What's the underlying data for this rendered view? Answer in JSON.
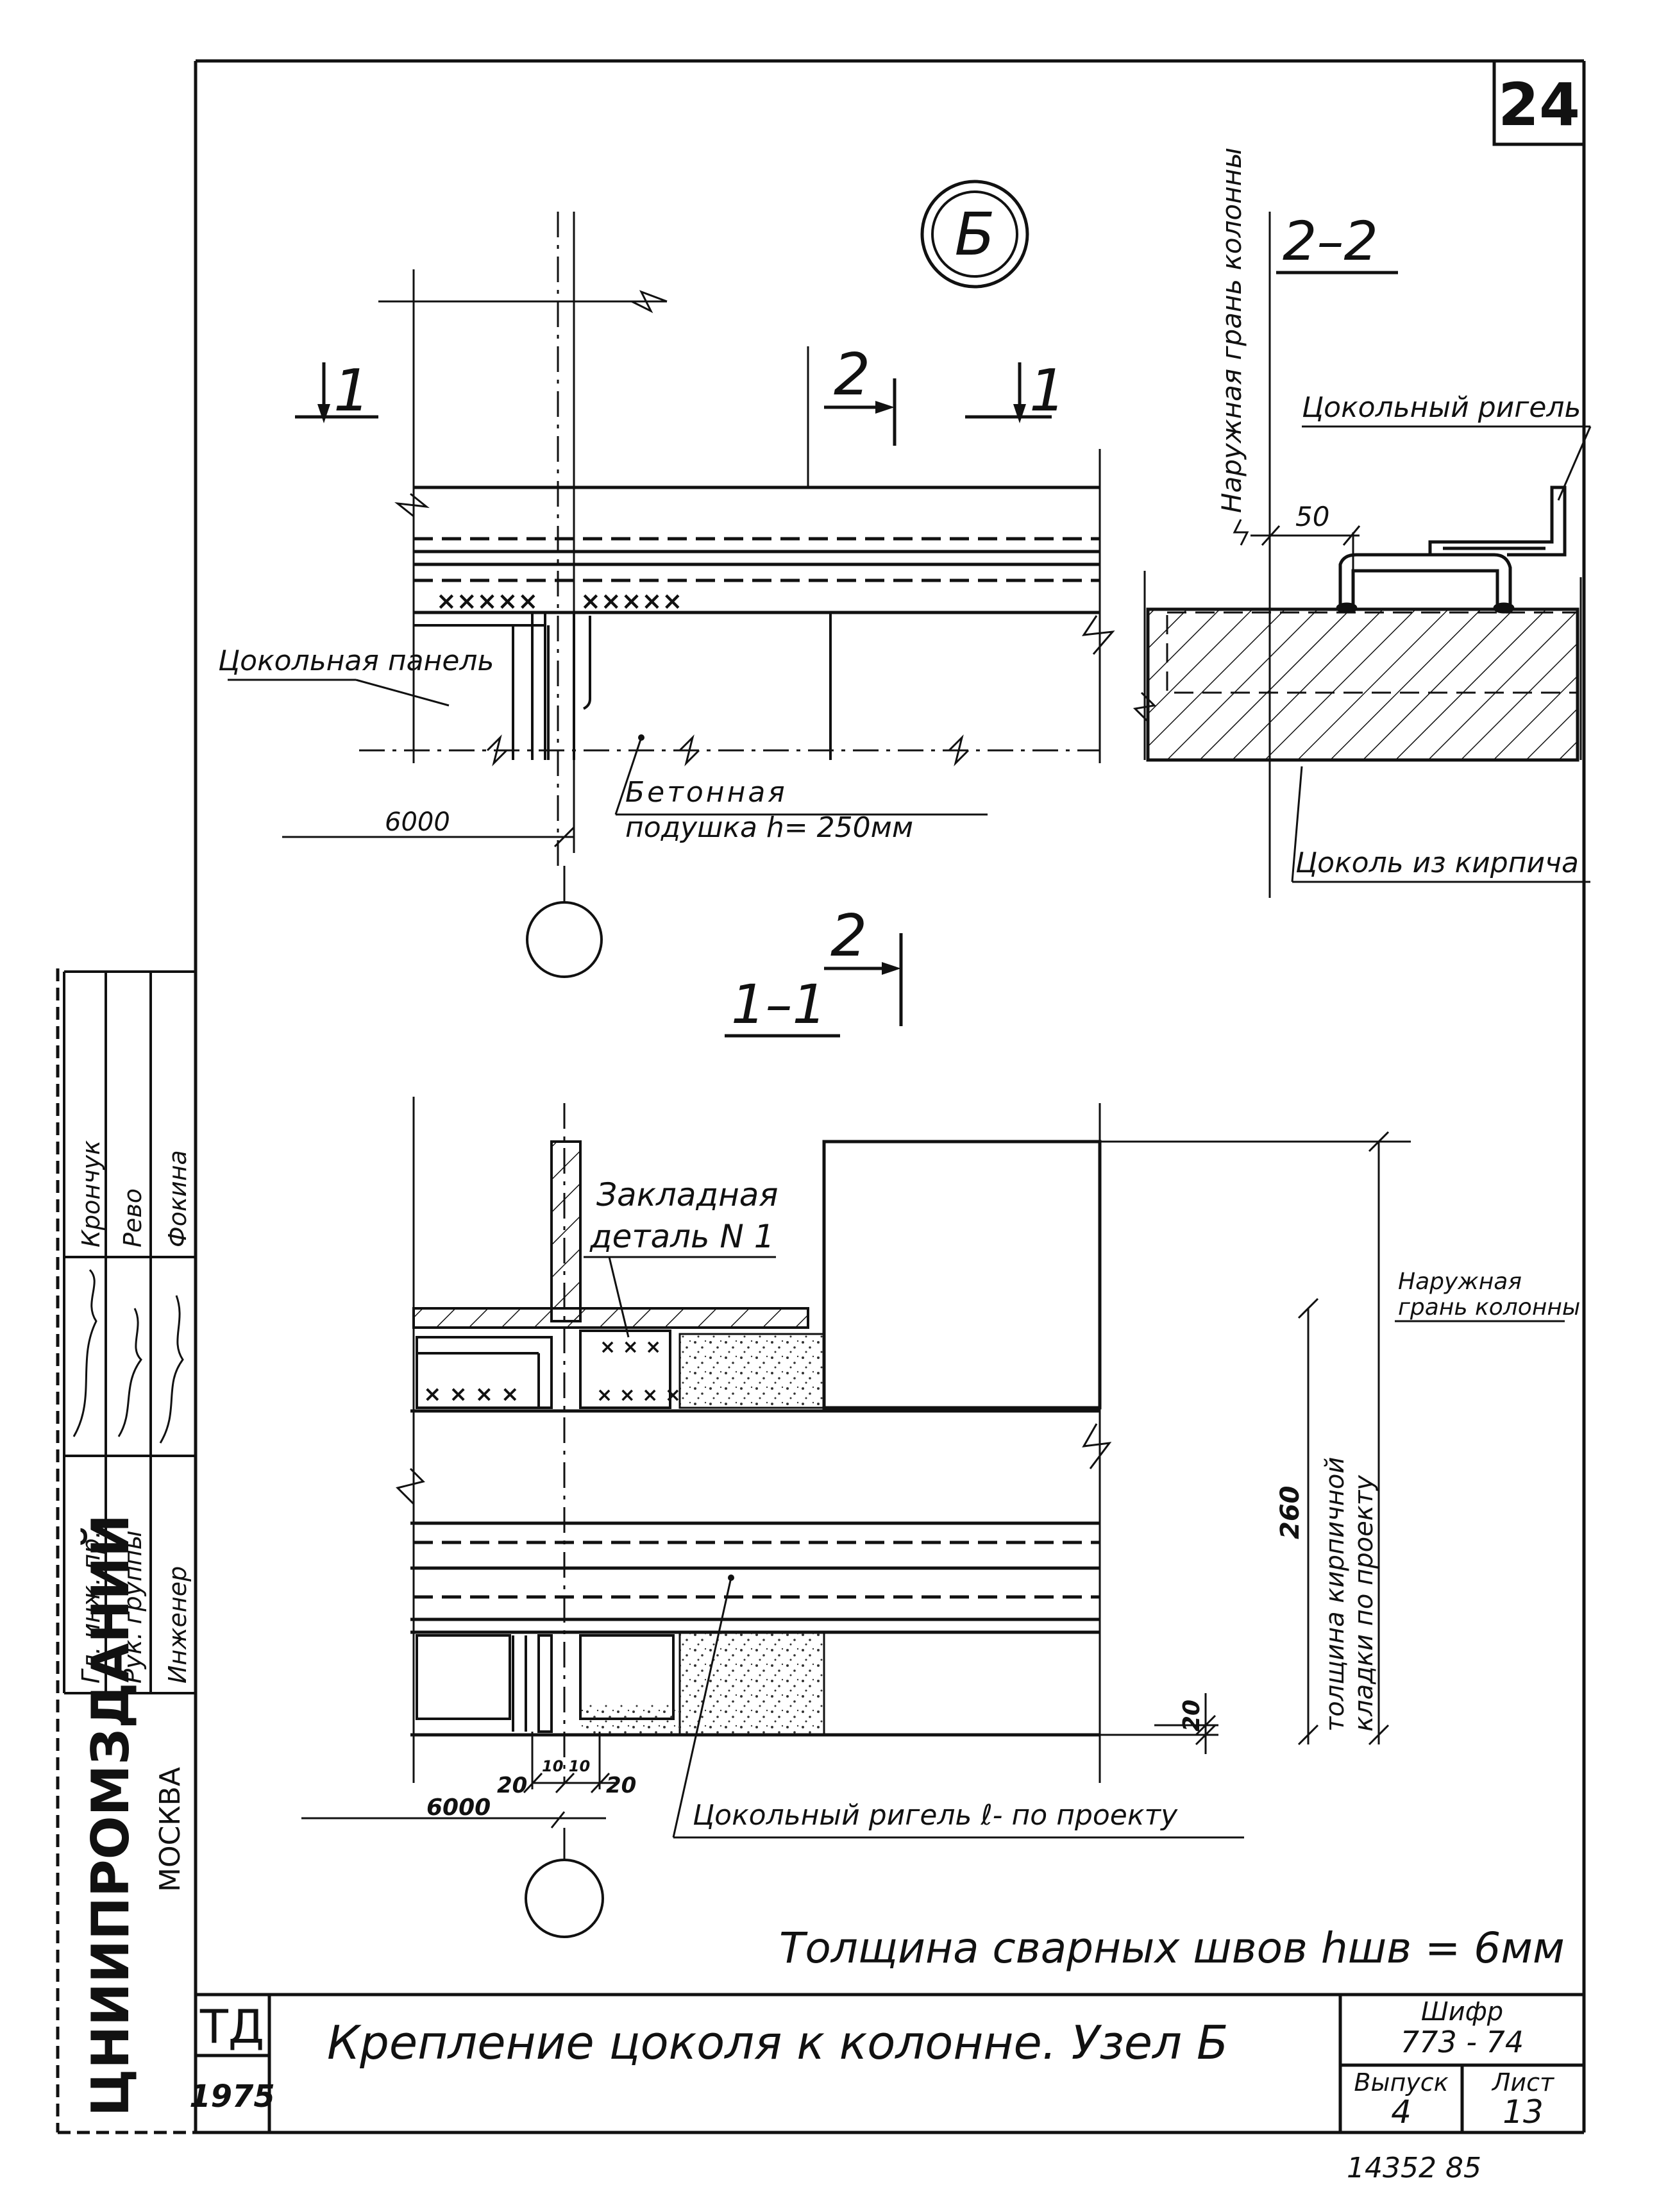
{
  "sheet": {
    "sheet_number_top": "24",
    "node_mark": "Б",
    "stamp": "14352  85"
  },
  "view_top": {
    "cut_1_left": "1",
    "cut_2": "2",
    "cut_1_right": "1",
    "label_plinth_panel": "Цокольная панель",
    "label_concrete_pad_1": "Бетонная",
    "label_concrete_pad_2": "подушка h= 250мм",
    "dim_6000": "6000",
    "cut_2_below": "2"
  },
  "section_2_2": {
    "title": "2–2",
    "label_outer_face": "Наружная грань колонны",
    "label_plinth_girder": "Цокольный ригель",
    "dim_50": "50",
    "label_brick_plinth": "Цоколь из кирпича"
  },
  "section_1_1": {
    "title": "1–1",
    "label_embedded_1": "Закладная",
    "label_embedded_2": "деталь N 1",
    "label_outer_face_1": "Наружная",
    "label_outer_face_2": "грань колонны",
    "dim_260": "260",
    "label_brick_thickness_1": "толщина кирпичной",
    "label_brick_thickness_2": "кладки по проекту",
    "dim_20_right": "20",
    "dim_6000": "6000",
    "dim_20_left": "20",
    "dim_10_10": "10 10",
    "dim_20_right_bottom": "20",
    "label_girder": "Цокольный ригель ℓ- по проекту"
  },
  "note_weld": "Толщина сварных швов hшв = 6мм",
  "title_block": {
    "org_name": "ЦНИИПРОМЗДАНИЙ",
    "org_city": "МОСКВА",
    "roles": [
      "Гл. инж. пр.",
      "Рук. группы",
      "Инженер"
    ],
    "names": [
      "Крончук",
      "Рево",
      "Фокина"
    ],
    "series": "ТД",
    "year": "1975",
    "title": "Крепление цоколя к колонне. Узел Б",
    "code_label": "Шифр",
    "code": "773 - 74",
    "issue_label": "Выпуск",
    "issue": "4",
    "sheet_label": "Лист",
    "sheet": "13"
  }
}
